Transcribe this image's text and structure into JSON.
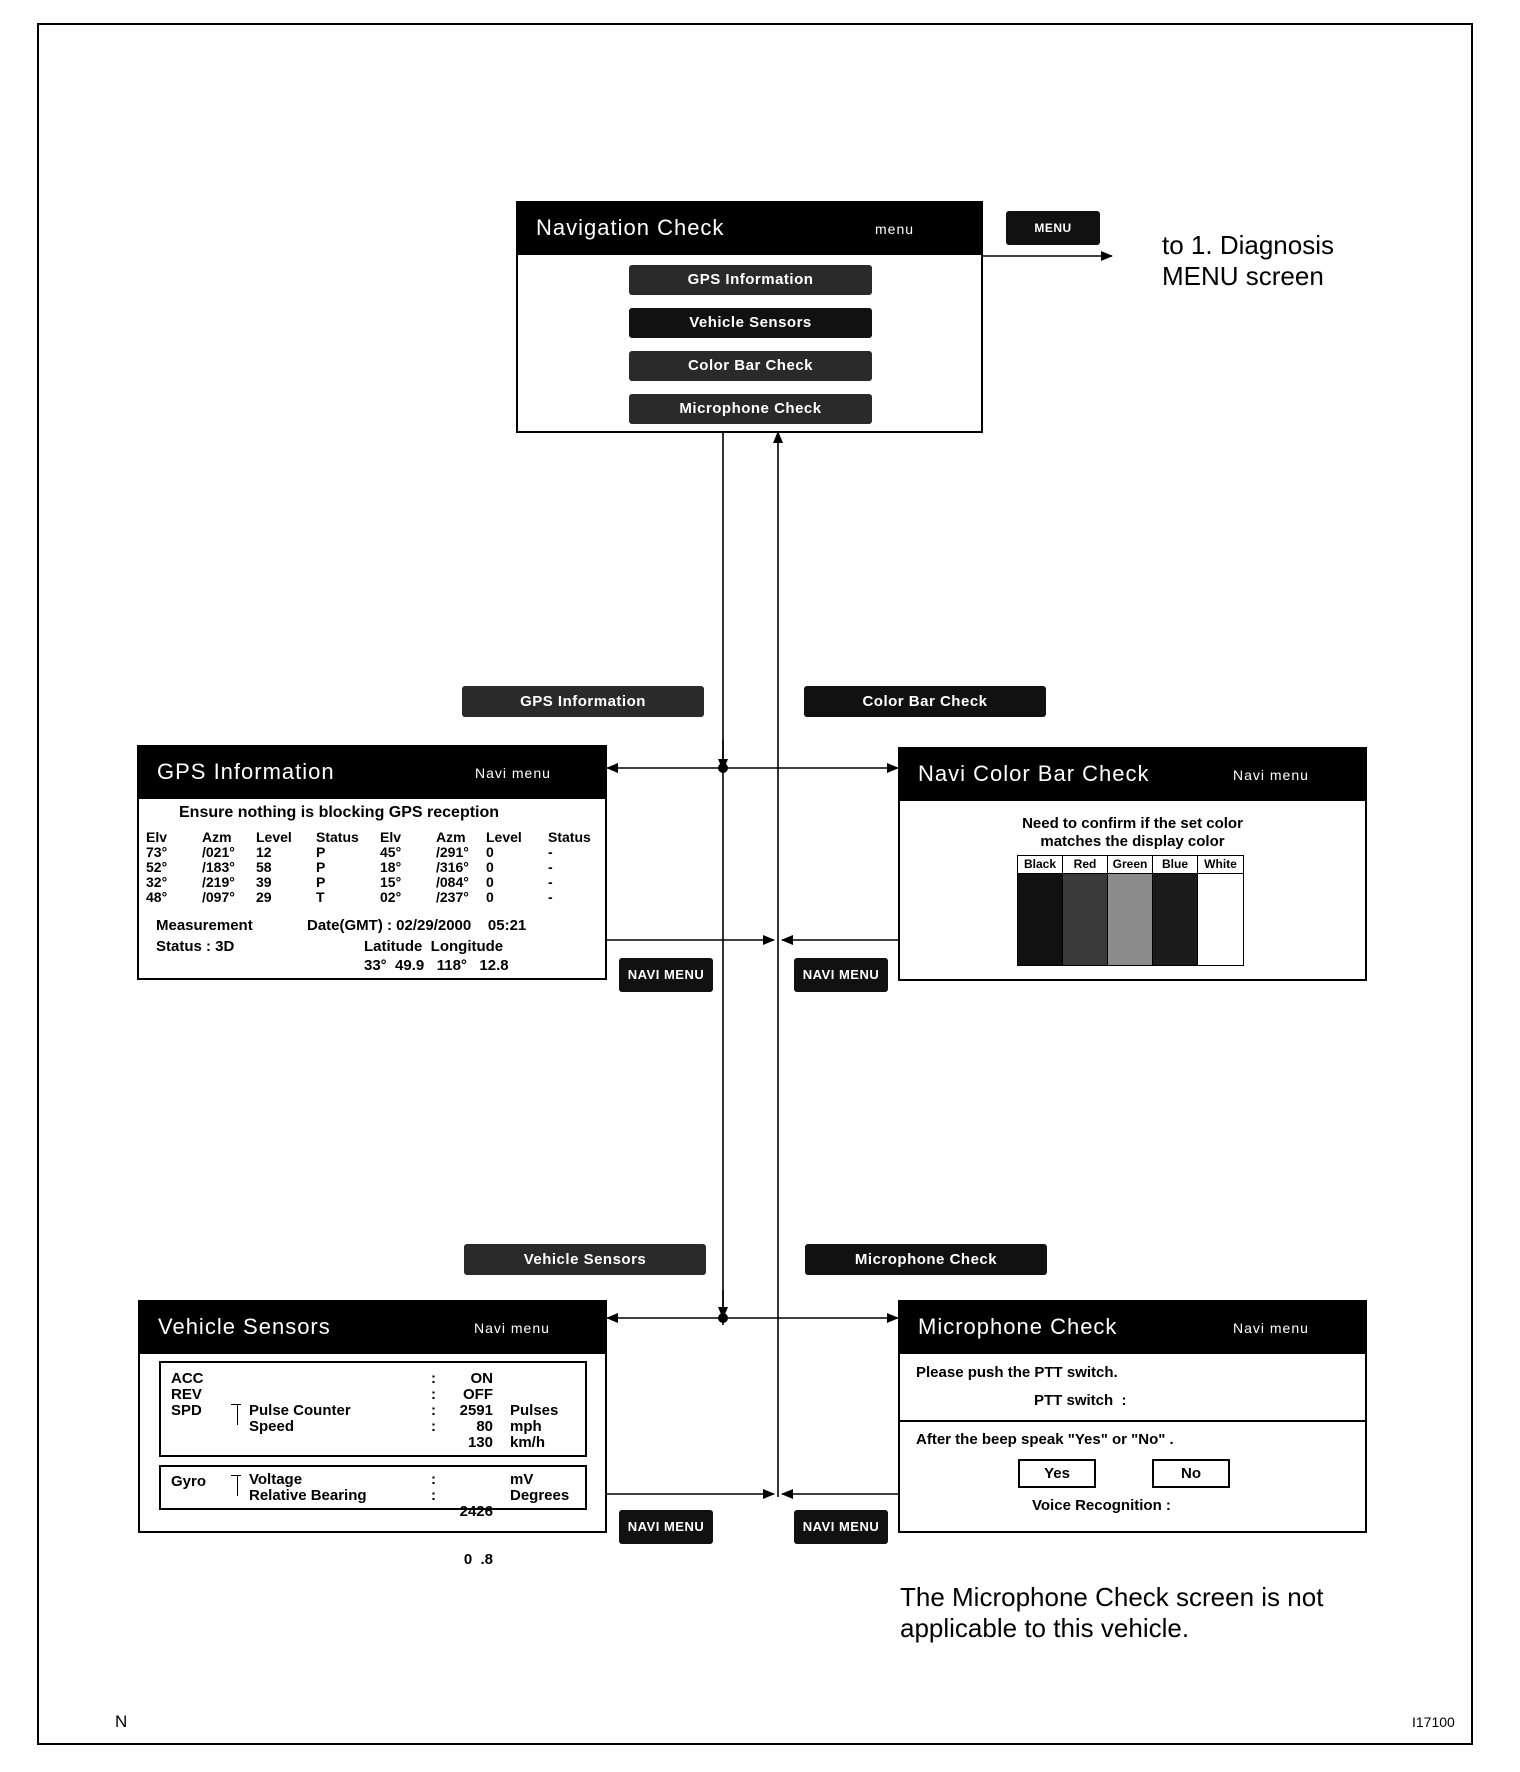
{
  "main_screen": {
    "title": "Navigation Check",
    "menu_label": "menu",
    "buttons": [
      "GPS Information",
      "Vehicle Sensors",
      "Color Bar Check",
      "Microphone Check"
    ],
    "menu_key": "MENU",
    "arrow_target": [
      "to 1. Diagnosis",
      "MENU screen"
    ]
  },
  "transition_labels": {
    "gps": "GPS Information",
    "color_bar": "Color Bar Check",
    "vehicle_sensors": "Vehicle Sensors",
    "microphone": "Microphone Check",
    "navi_menu": "NAVI MENU"
  },
  "gps_screen": {
    "title": "GPS Information",
    "menu_label": "Navi menu",
    "notice": "Ensure nothing is blocking GPS reception",
    "headers": [
      "Elv",
      "Azm",
      "Level",
      "Status",
      "Elv",
      "Azm",
      "Level",
      "Status"
    ],
    "rows": [
      [
        "73°",
        "/021°",
        "12",
        "P",
        "45°",
        "/291°",
        "0",
        "-"
      ],
      [
        "52°",
        "/183°",
        "58",
        "P",
        "18°",
        "/316°",
        "0",
        "-"
      ],
      [
        "32°",
        "/219°",
        "39",
        "P",
        "15°",
        "/084°",
        "0",
        "-"
      ],
      [
        "48°",
        "/097°",
        "29",
        "T",
        "02°",
        "/237°",
        "0",
        "-"
      ]
    ],
    "measurement": "Measurement",
    "date": "Date(GMT) : 02/29/2000    05:21",
    "status": "Status : 3D",
    "lat_long_label": "Latitude  Longitude",
    "lat_long_value": "33°  49.9   118°   12.8"
  },
  "color_bar_screen": {
    "title": "Navi Color Bar Check",
    "menu_label": "Navi menu",
    "notice_line1": "Need to confirm if the set color",
    "notice_line2": "matches the display color",
    "bars": [
      {
        "label": "Black",
        "color": "#111111"
      },
      {
        "label": "Red",
        "color": "#3a3a3a"
      },
      {
        "label": "Green",
        "color": "#8c8c8c"
      },
      {
        "label": "Blue",
        "color": "#1c1c1c"
      },
      {
        "label": "White",
        "color": "#ffffff"
      }
    ]
  },
  "vehicle_sensors_screen": {
    "title": "Vehicle Sensors",
    "menu_label": "Navi menu",
    "acc": "ACC",
    "rev": "REV",
    "spd": "SPD",
    "pulse_counter": "Pulse Counter",
    "speed": "Speed",
    "acc_value": "ON",
    "rev_value": "OFF",
    "pulse_value": "2591",
    "pulse_unit": "Pulses",
    "speed_mph": "80",
    "mph_unit": "mph",
    "speed_kmh": "130",
    "kmh_unit": "km/h",
    "gyro": "Gyro",
    "voltage": "Voltage",
    "relative_bearing": "Relative Bearing",
    "voltage_value": "2426",
    "voltage_unit": "mV",
    "bearing_value": "0  .8",
    "bearing_unit": "Degrees",
    "colon": ":"
  },
  "microphone_screen": {
    "title": "Microphone Check",
    "menu_label": "Navi menu",
    "instruction": "Please push the PTT switch.",
    "ptt": "PTT switch  :",
    "after_beep": "After the beep speak \"Yes\" or \"No\" .",
    "yes": "Yes",
    "no": "No",
    "voice": "Voice Recognition :"
  },
  "note": [
    "The Microphone Check screen is not",
    "applicable to this vehicle."
  ],
  "footer": {
    "left": "N",
    "right": "I17100"
  }
}
